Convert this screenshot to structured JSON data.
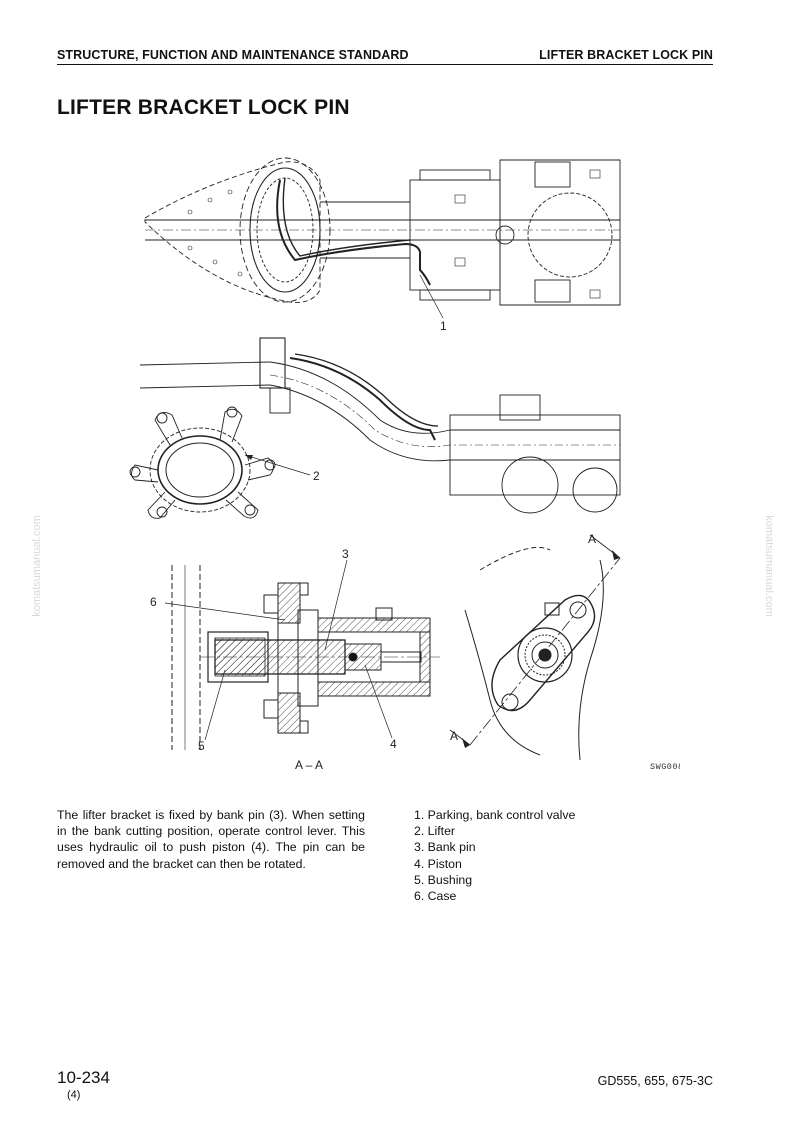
{
  "header": {
    "section": "STRUCTURE, FUNCTION AND MAINTENANCE STANDARD",
    "topic": "LIFTER BRACKET LOCK PIN"
  },
  "title": "LIFTER BRACKET LOCK PIN",
  "watermark": "komatsumanual.com",
  "figure": {
    "callouts": [
      "1",
      "2",
      "3",
      "4",
      "5",
      "6"
    ],
    "section_label": "A – A",
    "drawing_code": "SWG00898",
    "section_marker": "A"
  },
  "description": "The lifter bracket is fixed by bank pin (3). When setting in the bank cutting position, operate control lever. This uses hydraulic oil to push piston (4). The pin can be removed and the bracket can then be rotated.",
  "parts": [
    "1. Parking, bank control valve",
    "2. Lifter",
    "3. Bank pin",
    "4. Piston",
    "5. Bushing",
    "6. Case"
  ],
  "footer": {
    "page_number": "10-234",
    "revision": "(4)",
    "model": "GD555, 655, 675-3C"
  }
}
